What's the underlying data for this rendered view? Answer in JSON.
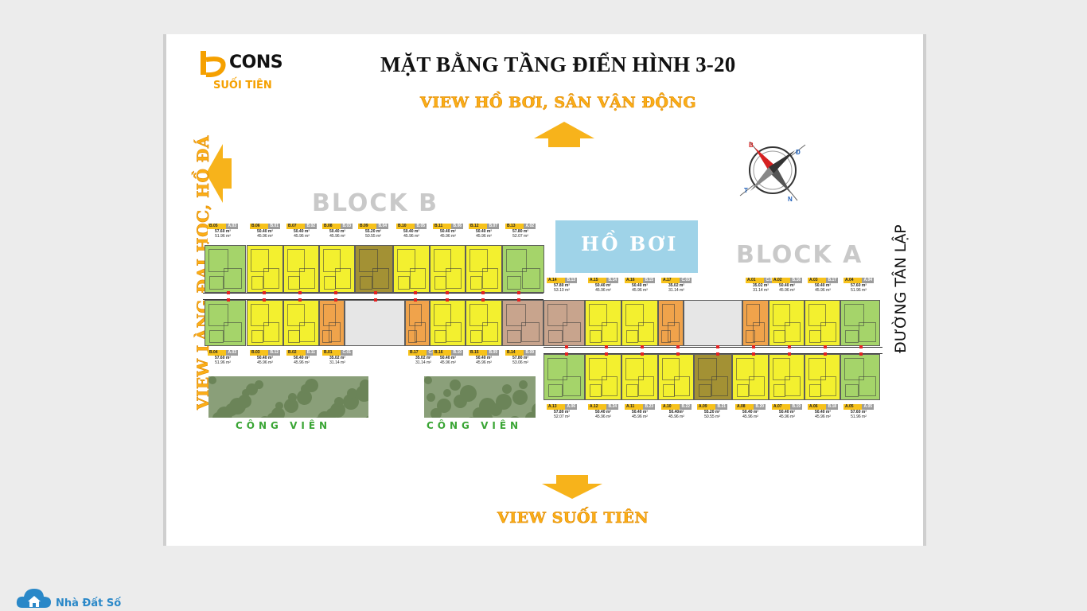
{
  "header": {
    "title": "MẶT BẰNG TẦNG ĐIỂN HÌNH 3-20",
    "logo_main": "CONS",
    "logo_sub": "SUỐI TIÊN"
  },
  "views": {
    "top": "VIEW HỒ BƠI, SÂN VẬN ĐỘNG",
    "bottom": "VIEW SUỐI TIÊN",
    "left": "VIEW LÀNG ĐẠI HỌC, HỒ ĐÁ",
    "right_road": "ĐƯỜNG TÂN LẬP"
  },
  "blocks": {
    "block_b": "BLOCK B",
    "block_a": "BLOCK A"
  },
  "pool": "HỒ BƠI",
  "parks": [
    "CÔNG VIÊN",
    "CÔNG VIÊN"
  ],
  "compass": [
    "B",
    "Đ",
    "N",
    "T"
  ],
  "watermark": "Nhà Đất Số",
  "colors": {
    "green": "#a5d46a",
    "yellow": "#f3f02f",
    "orange": "#f0a34b",
    "brown": "#a39134",
    "tan": "#c8a48d",
    "accent": "#fbae17"
  },
  "units": {
    "b_top": [
      {
        "code": "B.05",
        "alt": "A.03",
        "area": "57.60 m²",
        "net": "51.96 m²",
        "color": "green"
      },
      {
        "code": "B.06",
        "alt": "B.01",
        "area": "50.40 m²",
        "net": "45.96 m²",
        "color": "yellow"
      },
      {
        "code": "B.07",
        "alt": "B.02",
        "area": "50.40 m²",
        "net": "45.96 m²",
        "color": "yellow"
      },
      {
        "code": "B.08",
        "alt": "B.03",
        "area": "50.40 m²",
        "net": "45.96 m²",
        "color": "yellow"
      },
      {
        "code": "B.09",
        "alt": "B.04",
        "area": "55.20 m²",
        "net": "50.55 m²",
        "color": "brown"
      },
      {
        "code": "B.10",
        "alt": "B.05",
        "area": "50.40 m²",
        "net": "45.96 m²",
        "color": "yellow"
      },
      {
        "code": "B.11",
        "alt": "B.06",
        "area": "50.40 m²",
        "net": "45.96 m²",
        "color": "yellow"
      },
      {
        "code": "B.12",
        "alt": "B.07",
        "area": "50.40 m²",
        "net": "45.96 m²",
        "color": "yellow"
      },
      {
        "code": "B.13",
        "alt": "A.02",
        "area": "57.80 m²",
        "net": "52.07 m²",
        "color": "green"
      }
    ],
    "b_bottom": [
      {
        "code": "B.04",
        "alt": "A.03",
        "area": "57.60 m²",
        "net": "51.96 m²",
        "color": "green"
      },
      {
        "code": "B.03",
        "alt": "B.12",
        "area": "50.40 m²",
        "net": "45.96 m²",
        "color": "yellow"
      },
      {
        "code": "B.02",
        "alt": "B.11",
        "area": "50.40 m²",
        "net": "45.96 m²",
        "color": "yellow"
      },
      {
        "code": "B.01",
        "alt": "C.01",
        "area": "35.02 m²",
        "net": "31.14 m²",
        "color": "orange"
      },
      {
        "code": "B.17",
        "alt": "C.02",
        "area": "35.02 m²",
        "net": "31.14 m²",
        "color": "orange"
      },
      {
        "code": "B.16",
        "alt": "B.10",
        "area": "50.40 m²",
        "net": "45.96 m²",
        "color": "yellow"
      },
      {
        "code": "B.15",
        "alt": "B.09",
        "area": "50.40 m²",
        "net": "45.96 m²",
        "color": "yellow"
      },
      {
        "code": "B.14",
        "alt": "B.09",
        "area": "57.80 m²",
        "net": "53.06 m²",
        "color": "tan"
      }
    ],
    "a_top": [
      {
        "code": "A.14",
        "alt": "B.13",
        "area": "57.80 m²",
        "net": "53.10 m²",
        "color": "tan"
      },
      {
        "code": "A.15",
        "alt": "B.14",
        "area": "50.40 m²",
        "net": "45.96 m²",
        "color": "yellow"
      },
      {
        "code": "A.16",
        "alt": "B.15",
        "area": "50.40 m²",
        "net": "45.96 m²",
        "color": "yellow"
      },
      {
        "code": "A.17",
        "alt": "C.03",
        "area": "35.02 m²",
        "net": "31.14 m²",
        "color": "orange"
      },
      {
        "code": "A.01",
        "alt": "C.04",
        "area": "35.02 m²",
        "net": "31.14 m²",
        "color": "orange"
      },
      {
        "code": "A.02",
        "alt": "B.16",
        "area": "50.40 m²",
        "net": "45.96 m²",
        "color": "yellow"
      },
      {
        "code": "A.03",
        "alt": "B.17",
        "area": "50.40 m²",
        "net": "45.96 m²",
        "color": "yellow"
      },
      {
        "code": "A.04",
        "alt": "A.04",
        "area": "57.60 m²",
        "net": "51.96 m²",
        "color": "green"
      }
    ],
    "a_bottom": [
      {
        "code": "A.13",
        "alt": "A.06",
        "area": "57.80 m²",
        "net": "52.07 m²",
        "color": "green"
      },
      {
        "code": "A.12",
        "alt": "B.24",
        "area": "50.40 m²",
        "net": "45.96 m²",
        "color": "yellow"
      },
      {
        "code": "A.11",
        "alt": "B.23",
        "area": "50.40 m²",
        "net": "45.96 m²",
        "color": "yellow"
      },
      {
        "code": "A.10",
        "alt": "B.22",
        "area": "50.40m²",
        "net": "45.96 m²",
        "color": "yellow"
      },
      {
        "code": "A.09",
        "alt": "B.21",
        "area": "55.20 m²",
        "net": "50.55 m²",
        "color": "brown"
      },
      {
        "code": "A.08",
        "alt": "B.20",
        "area": "50.40 m²",
        "net": "45.96 m²",
        "color": "yellow"
      },
      {
        "code": "A.07",
        "alt": "B.19",
        "area": "50.40 m²",
        "net": "45.96 m²",
        "color": "yellow"
      },
      {
        "code": "A.06",
        "alt": "B.18",
        "area": "50.40 m²",
        "net": "45.96 m²",
        "color": "yellow"
      },
      {
        "code": "A.05",
        "alt": "A.05",
        "area": "57.60 m²",
        "net": "51.96 m²",
        "color": "green"
      }
    ]
  }
}
